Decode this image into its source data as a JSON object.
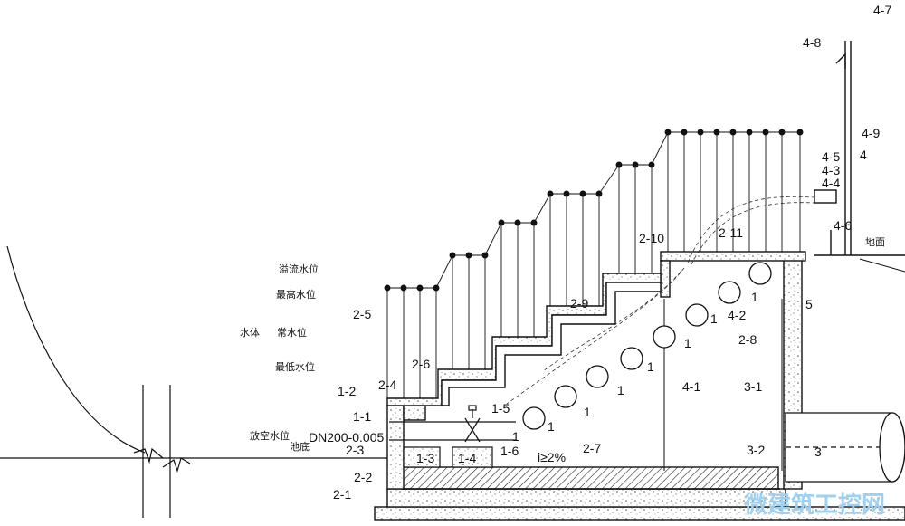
{
  "water_levels": {
    "overflow": "溢流水位",
    "highest": "最高水位",
    "body": "水体",
    "normal": "常水位",
    "lowest": "最低水位",
    "drain": "放空水位",
    "pool_bottom": "池底"
  },
  "ground": "地面",
  "pipe_spec": "DN200-0.005",
  "slope": "i≥2%",
  "part_labels": {
    "l_1_1": "1-1",
    "l_1_2": "1-2",
    "l_1_3": "1-3",
    "l_1_4": "1-4",
    "l_1_5": "1-5",
    "l_1_6": "1-6",
    "l_2_1": "2-1",
    "l_2_2": "2-2",
    "l_2_3": "2-3",
    "l_2_4": "2-4",
    "l_2_5": "2-5",
    "l_2_6": "2-6",
    "l_2_7": "2-7",
    "l_2_8": "2-8",
    "l_2_9": "2-9",
    "l_2_10": "2-10",
    "l_2_11": "2-11",
    "l_3": "3",
    "l_3_1": "3-1",
    "l_3_2": "3-2",
    "l_4": "4",
    "l_4_1": "4-1",
    "l_4_2": "4-2",
    "l_4_3": "4-3",
    "l_4_4": "4-4",
    "l_4_5": "4-5",
    "l_4_6": "4-6",
    "l_4_7": "4-7",
    "l_4_8": "4-8",
    "l_4_9": "4-9",
    "l_5": "5",
    "l_1": "1"
  },
  "watermark": "微建筑工控网"
}
